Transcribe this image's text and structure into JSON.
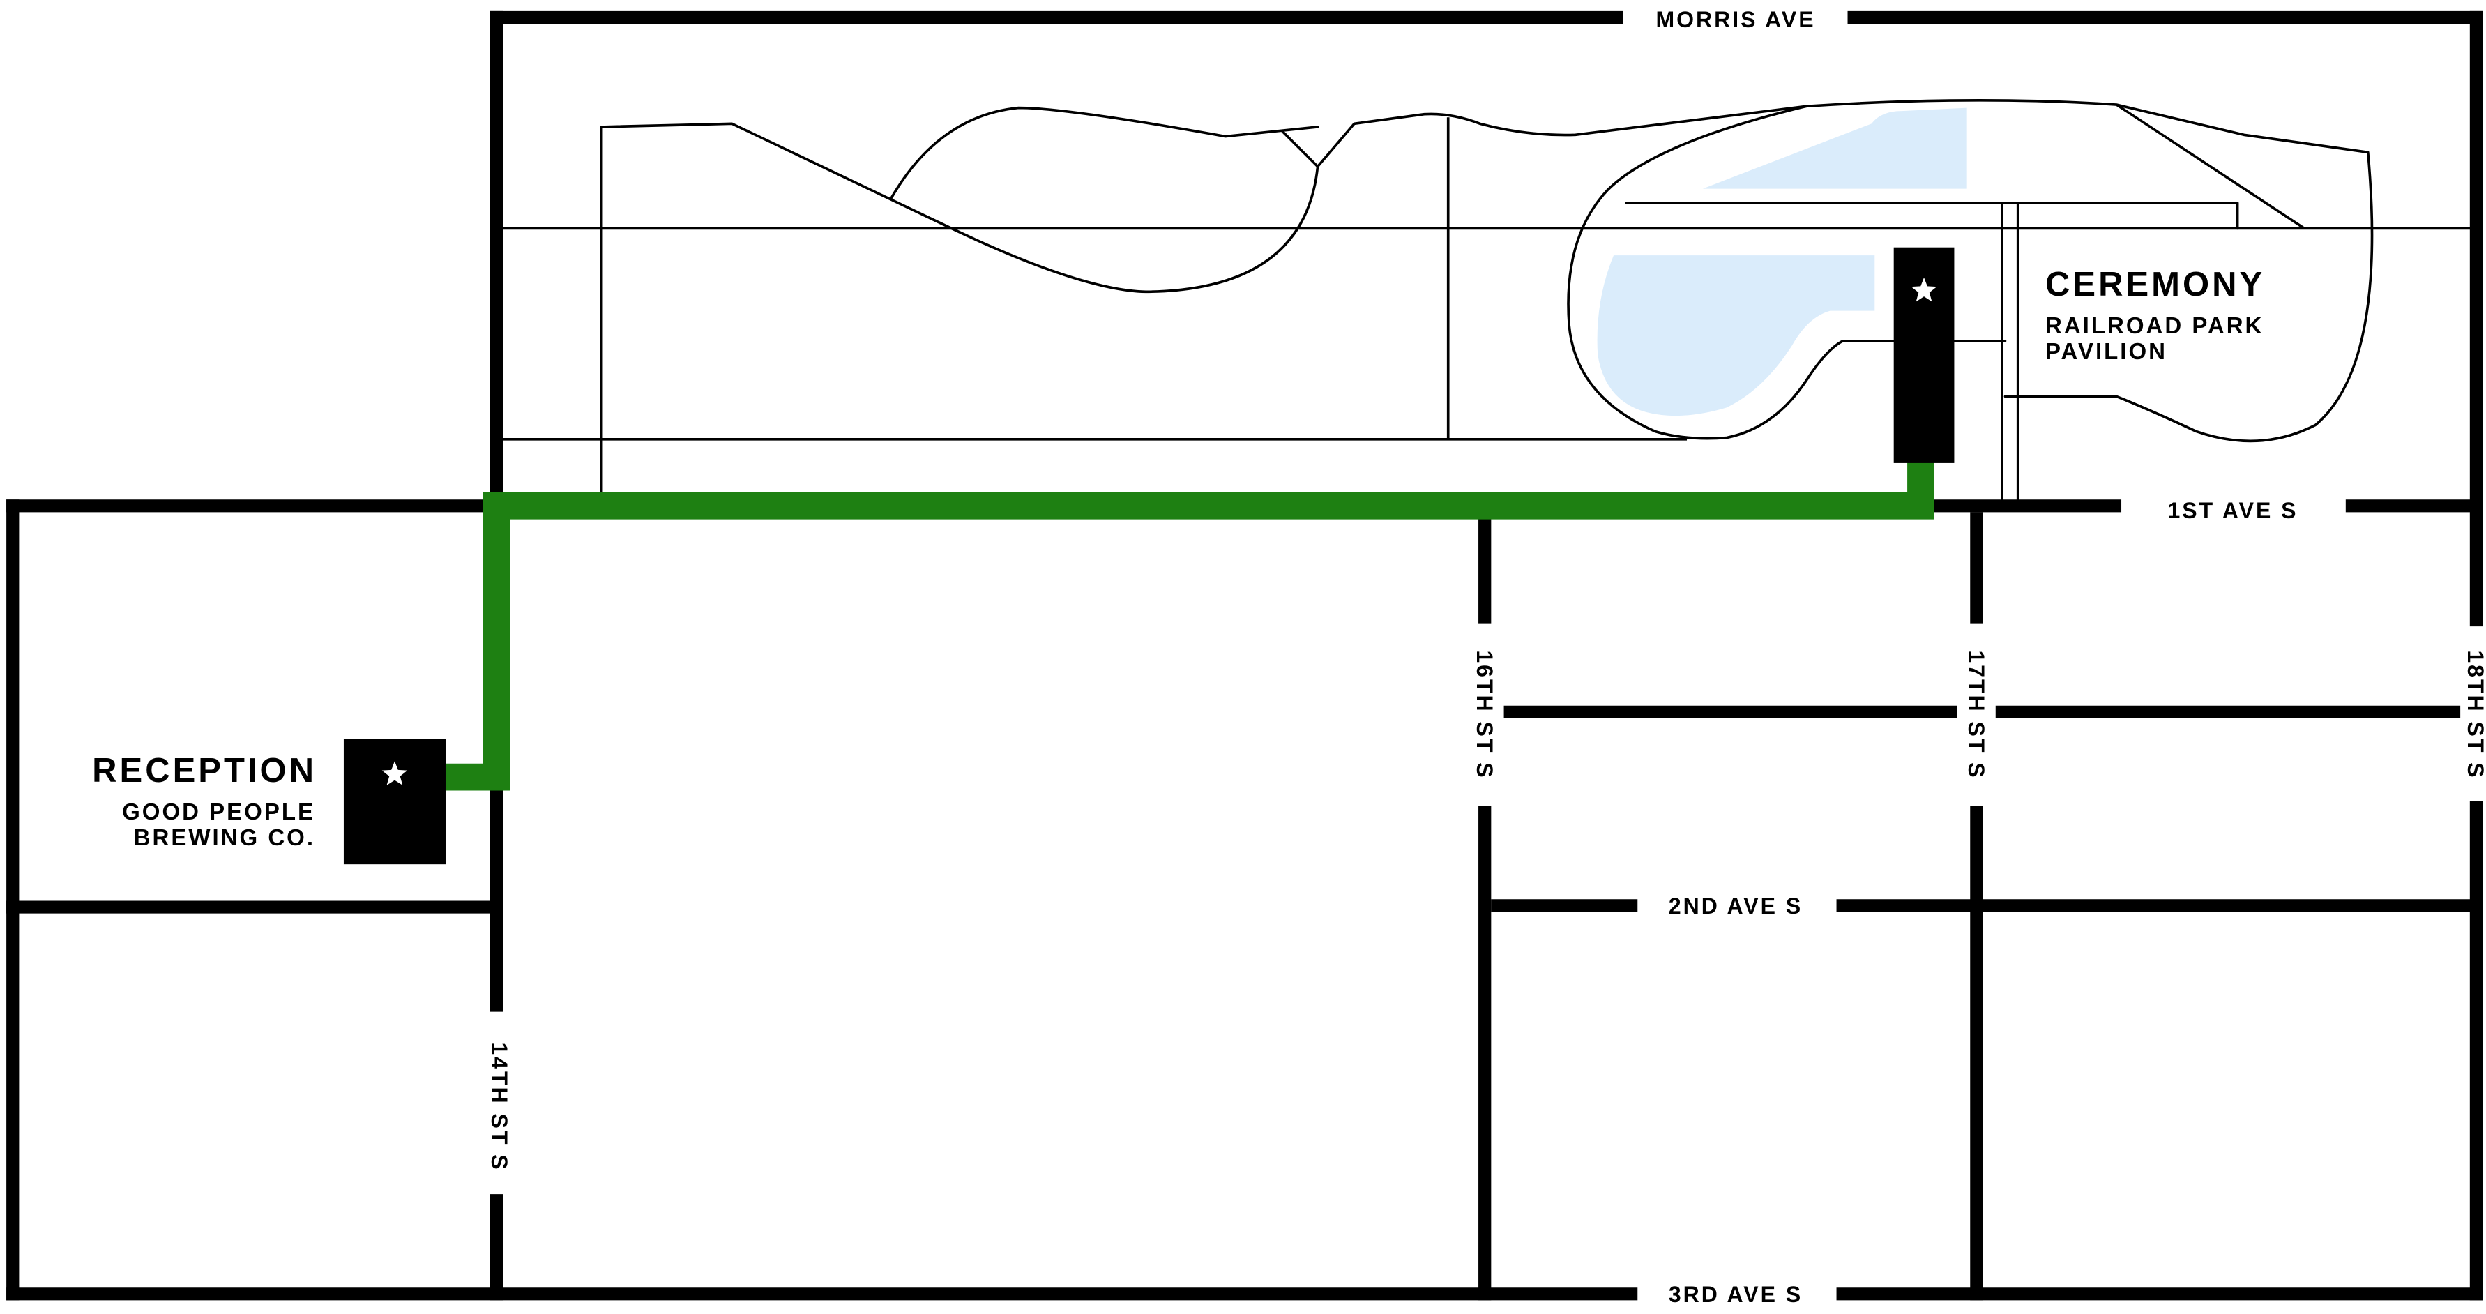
{
  "map": {
    "colors": {
      "route": "#1e8012",
      "street": "#000000",
      "park_line": "#000000",
      "water": "#daecfb",
      "marker": "#000000",
      "marker_star": "#ffffff",
      "background": "#ffffff"
    },
    "streets": {
      "morris_ave": "MORRIS AVE",
      "first_ave_s": "1ST AVE S",
      "second_ave_s": "2ND AVE S",
      "third_ave_s": "3RD AVE S",
      "fourteenth_st_s": "14TH ST S",
      "sixteenth_st_s": "16TH ST S",
      "seventeenth_st_s": "17TH ST S",
      "eighteenth_st_s": "18TH ST S"
    },
    "ceremony": {
      "title": "CEREMONY",
      "line1": "RAILROAD PARK",
      "line2": "PAVILION",
      "icon": "star-icon"
    },
    "reception": {
      "title": "RECEPTION",
      "line1": "GOOD PEOPLE",
      "line2": "BREWING CO.",
      "icon": "star-icon"
    }
  }
}
